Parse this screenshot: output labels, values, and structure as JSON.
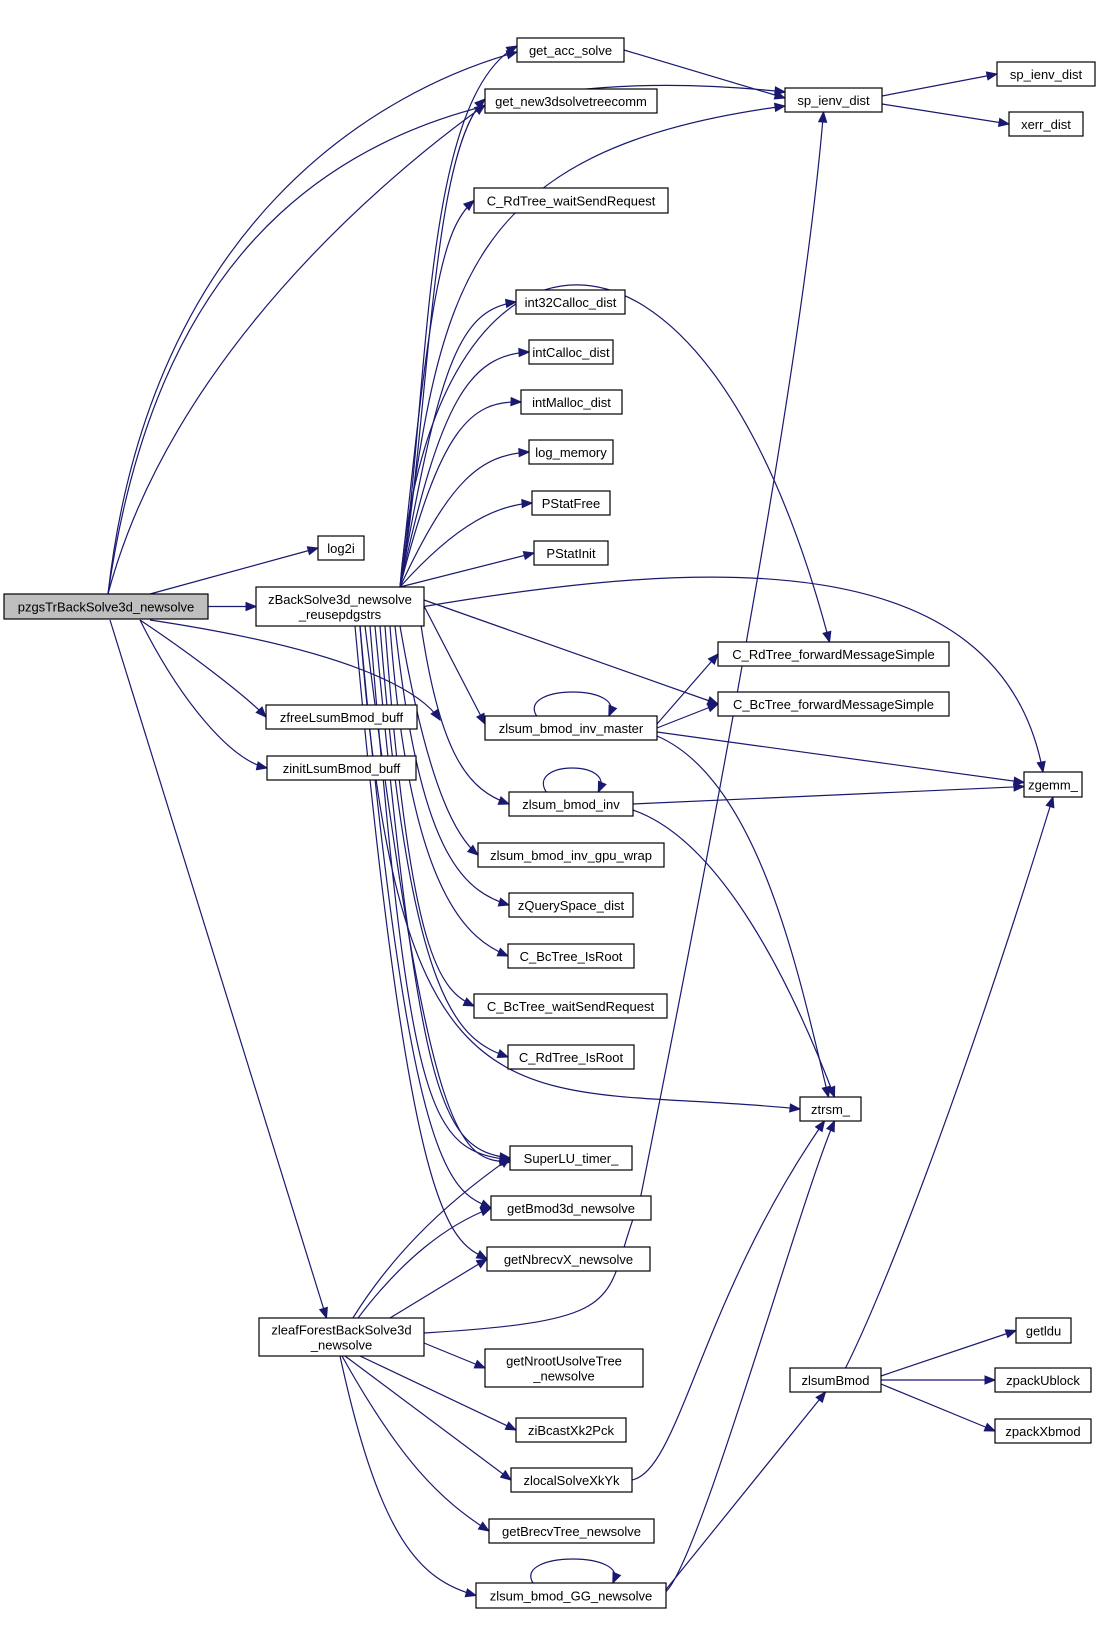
{
  "graph": {
    "nodes": [
      {
        "id": "root",
        "lines": [
          "pzgsTrBackSolve3d_newsolve"
        ],
        "root": true
      },
      {
        "id": "get_acc_solve",
        "lines": [
          "get_acc_solve"
        ]
      },
      {
        "id": "get_new3d",
        "lines": [
          "get_new3dsolvetreecomm"
        ]
      },
      {
        "id": "sp_ienv",
        "lines": [
          "sp_ienv_dist"
        ]
      },
      {
        "id": "sp_ienv2",
        "lines": [
          "sp_ienv_dist"
        ]
      },
      {
        "id": "xerr",
        "lines": [
          "xerr_dist"
        ]
      },
      {
        "id": "crd_wait",
        "lines": [
          "C_RdTree_waitSendRequest"
        ]
      },
      {
        "id": "int32c",
        "lines": [
          "int32Calloc_dist"
        ]
      },
      {
        "id": "intc",
        "lines": [
          "intCalloc_dist"
        ]
      },
      {
        "id": "intm",
        "lines": [
          "intMalloc_dist"
        ]
      },
      {
        "id": "logmem",
        "lines": [
          "log_memory"
        ]
      },
      {
        "id": "pstatfree",
        "lines": [
          "PStatFree"
        ]
      },
      {
        "id": "pstatinit",
        "lines": [
          "PStatInit"
        ]
      },
      {
        "id": "log2i",
        "lines": [
          "log2i"
        ]
      },
      {
        "id": "zback",
        "lines": [
          "zBackSolve3d_newsolve",
          "_reusepdgstrs"
        ]
      },
      {
        "id": "crd_fwd",
        "lines": [
          "C_RdTree_forwardMessageSimple"
        ]
      },
      {
        "id": "cbc_fwd",
        "lines": [
          "C_BcTree_forwardMessageSimple"
        ]
      },
      {
        "id": "zfree",
        "lines": [
          "zfreeLsumBmod_buff"
        ]
      },
      {
        "id": "zinit",
        "lines": [
          "zinitLsumBmod_buff"
        ]
      },
      {
        "id": "zlsum_master",
        "lines": [
          "zlsum_bmod_inv_master"
        ]
      },
      {
        "id": "zgemm",
        "lines": [
          "zgemm_"
        ]
      },
      {
        "id": "zlsum_inv",
        "lines": [
          "zlsum_bmod_inv"
        ]
      },
      {
        "id": "zlsum_gpu",
        "lines": [
          "zlsum_bmod_inv_gpu_wrap"
        ]
      },
      {
        "id": "zquery",
        "lines": [
          "zQuerySpace_dist"
        ]
      },
      {
        "id": "cbc_isroot",
        "lines": [
          "C_BcTree_IsRoot"
        ]
      },
      {
        "id": "cbc_wait",
        "lines": [
          "C_BcTree_waitSendRequest"
        ]
      },
      {
        "id": "crd_isroot",
        "lines": [
          "C_RdTree_IsRoot"
        ]
      },
      {
        "id": "ztrsm",
        "lines": [
          "ztrsm_"
        ]
      },
      {
        "id": "slu_timer",
        "lines": [
          "SuperLU_timer_"
        ]
      },
      {
        "id": "getbmod",
        "lines": [
          "getBmod3d_newsolve"
        ]
      },
      {
        "id": "getnbrecv",
        "lines": [
          "getNbrecvX_newsolve"
        ]
      },
      {
        "id": "getldu",
        "lines": [
          "getldu"
        ]
      },
      {
        "id": "zleaf",
        "lines": [
          "zleafForestBackSolve3d",
          "_newsolve"
        ]
      },
      {
        "id": "getnroot",
        "lines": [
          "getNrootUsolveTree",
          "_newsolve"
        ]
      },
      {
        "id": "zlsumbmod",
        "lines": [
          "zlsumBmod"
        ]
      },
      {
        "id": "zpackub",
        "lines": [
          "zpackUblock"
        ]
      },
      {
        "id": "zpackxb",
        "lines": [
          "zpackXbmod"
        ]
      },
      {
        "id": "zibcast",
        "lines": [
          "ziBcastXk2Pck"
        ]
      },
      {
        "id": "zlocal",
        "lines": [
          "zlocalSolveXkYk"
        ]
      },
      {
        "id": "getbrecv",
        "lines": [
          "getBrecvTree_newsolve"
        ]
      },
      {
        "id": "zlsum_gg",
        "lines": [
          "zlsum_bmod_GG_newsolve"
        ]
      }
    ]
  }
}
